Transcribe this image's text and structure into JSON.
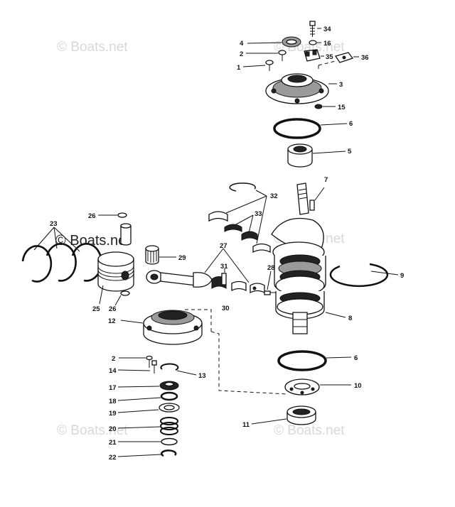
{
  "watermark": "© Boats.net",
  "callouts": [
    {
      "id": "c34",
      "text": "34"
    },
    {
      "id": "c4",
      "text": "4"
    },
    {
      "id": "c16",
      "text": "16"
    },
    {
      "id": "c2a",
      "text": "2"
    },
    {
      "id": "c35",
      "text": "35"
    },
    {
      "id": "c36",
      "text": "36"
    },
    {
      "id": "c1",
      "text": "1"
    },
    {
      "id": "c3",
      "text": "3"
    },
    {
      "id": "c15",
      "text": "15"
    },
    {
      "id": "c6a",
      "text": "6"
    },
    {
      "id": "c5",
      "text": "5"
    },
    {
      "id": "c7",
      "text": "7"
    },
    {
      "id": "c32",
      "text": "32"
    },
    {
      "id": "c26a",
      "text": "26"
    },
    {
      "id": "c33",
      "text": "33"
    },
    {
      "id": "c23",
      "text": "23"
    },
    {
      "id": "c29",
      "text": "29"
    },
    {
      "id": "c27",
      "text": "27"
    },
    {
      "id": "c31",
      "text": "31"
    },
    {
      "id": "c28",
      "text": "28"
    },
    {
      "id": "c9",
      "text": "9"
    },
    {
      "id": "c25",
      "text": "25"
    },
    {
      "id": "c26b",
      "text": "26"
    },
    {
      "id": "c30",
      "text": "30"
    },
    {
      "id": "c8",
      "text": "8"
    },
    {
      "id": "c12",
      "text": "12"
    },
    {
      "id": "c2b",
      "text": "2"
    },
    {
      "id": "c14",
      "text": "14"
    },
    {
      "id": "c13",
      "text": "13"
    },
    {
      "id": "c6b",
      "text": "6"
    },
    {
      "id": "c17",
      "text": "17"
    },
    {
      "id": "c10",
      "text": "10"
    },
    {
      "id": "c18",
      "text": "18"
    },
    {
      "id": "c19",
      "text": "19"
    },
    {
      "id": "c11",
      "text": "11"
    },
    {
      "id": "c20",
      "text": "20"
    },
    {
      "id": "c21",
      "text": "21"
    },
    {
      "id": "c22",
      "text": "22"
    }
  ]
}
